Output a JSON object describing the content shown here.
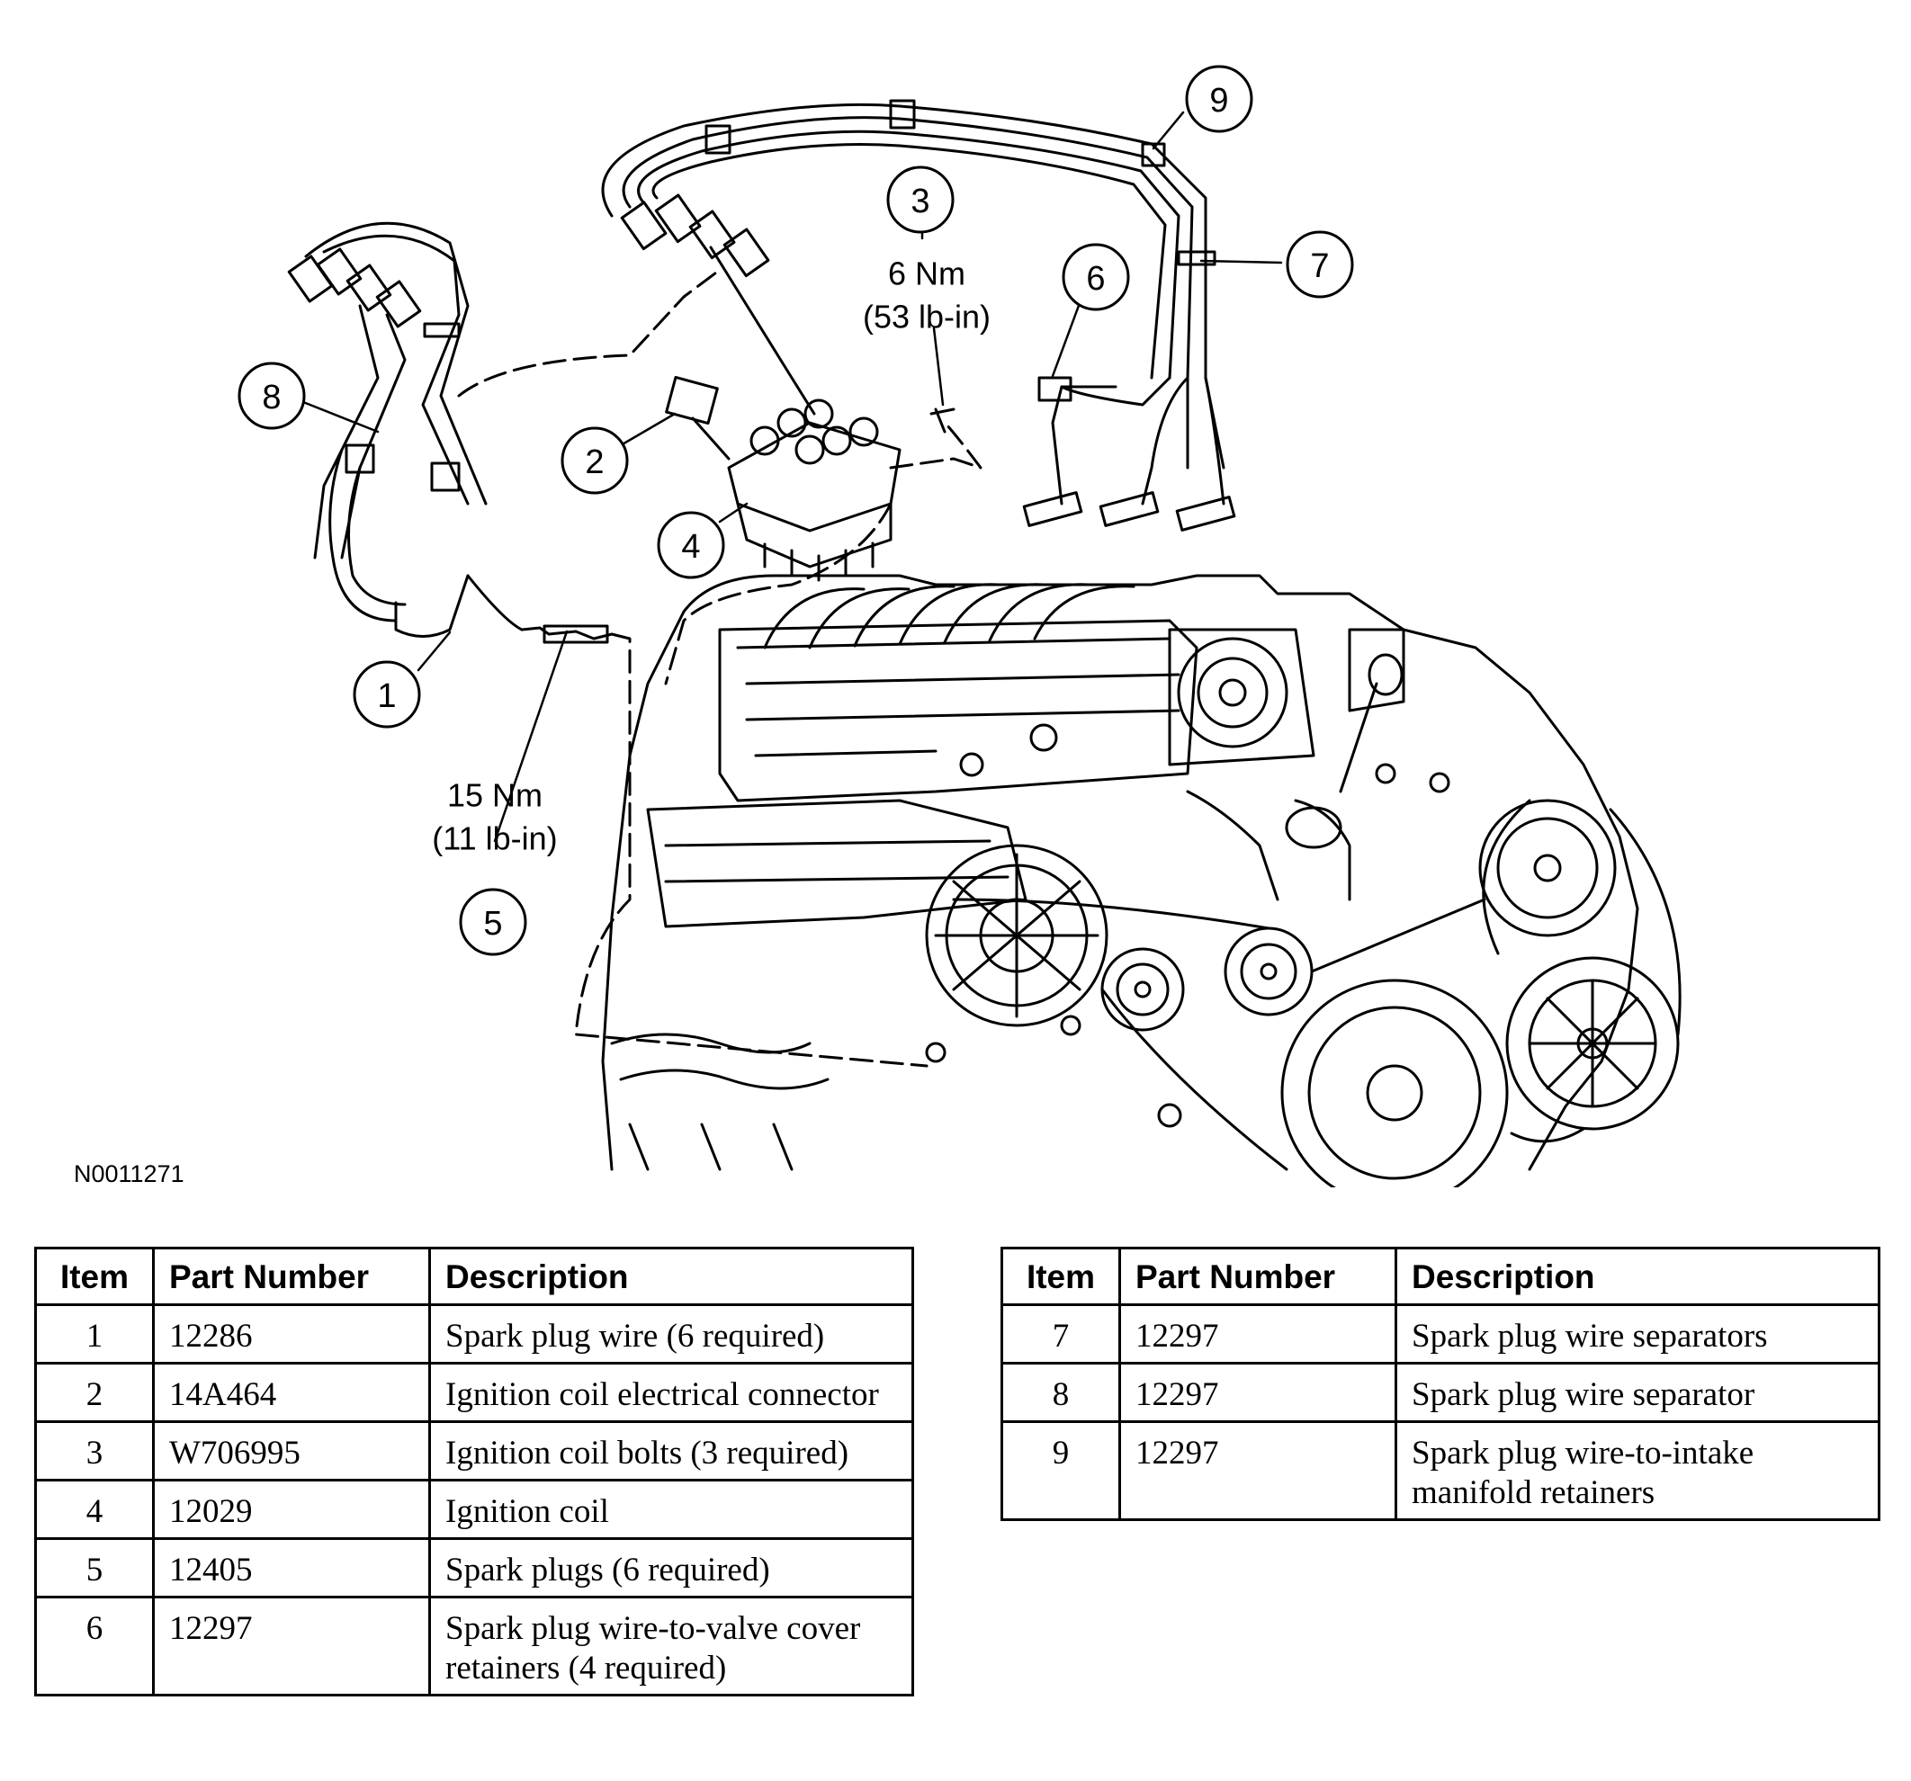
{
  "figure_id": "N0011271",
  "callouts": [
    {
      "num": "1"
    },
    {
      "num": "2"
    },
    {
      "num": "3"
    },
    {
      "num": "4"
    },
    {
      "num": "5"
    },
    {
      "num": "6"
    },
    {
      "num": "7"
    },
    {
      "num": "8"
    },
    {
      "num": "9"
    }
  ],
  "torque": {
    "item3_line1": "6 Nm",
    "item3_line2": "(53 lb-in)",
    "item5_line1": "15 Nm",
    "item5_line2": "(11 lb-in)"
  },
  "table_headers": {
    "item": "Item",
    "part_number": "Part Number",
    "description": "Description"
  },
  "parts_left": [
    {
      "item": "1",
      "part_number": "12286",
      "description": "Spark plug wire (6 required)"
    },
    {
      "item": "2",
      "part_number": "14A464",
      "description": "Ignition coil electrical connector"
    },
    {
      "item": "3",
      "part_number": "W706995",
      "description": "Ignition coil bolts (3 required)"
    },
    {
      "item": "4",
      "part_number": "12029",
      "description": "Ignition coil"
    },
    {
      "item": "5",
      "part_number": "12405",
      "description": "Spark plugs (6 required)"
    },
    {
      "item": "6",
      "part_number": "12297",
      "description": "Spark plug wire-to-valve cover retainers (4 required)"
    }
  ],
  "parts_right": [
    {
      "item": "7",
      "part_number": "12297",
      "description": "Spark plug wire separators"
    },
    {
      "item": "8",
      "part_number": "12297",
      "description": "Spark plug wire separator"
    },
    {
      "item": "9",
      "part_number": "12297",
      "description": "Spark plug wire-to-intake manifold retainers"
    }
  ]
}
